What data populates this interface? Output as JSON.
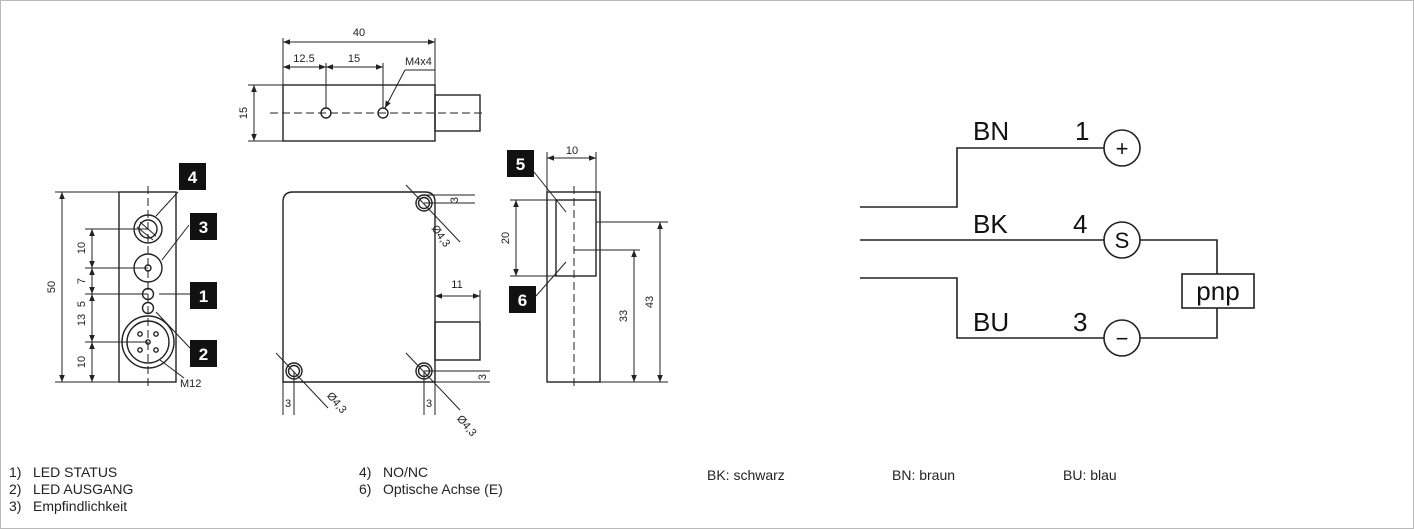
{
  "dimensions": {
    "top_width": "40",
    "top_off1": "12.5",
    "top_off2": "15",
    "thread": "M4x4",
    "top_height": "15",
    "left_total": "50",
    "left_d1": "10",
    "left_d2": "7",
    "left_d3": "5",
    "left_d4": "13",
    "left_d5": "10",
    "connector": "M12",
    "hole_diam": "Ø4,3",
    "hole_off": "3",
    "conn_width": "11",
    "side_width": "10",
    "side_optic": "20",
    "side_h1": "33",
    "side_h2": "43"
  },
  "badges": [
    "1",
    "2",
    "3",
    "4",
    "5",
    "6"
  ],
  "wiring": {
    "wires": [
      {
        "code": "BN",
        "pin": "1",
        "symbol": "+"
      },
      {
        "code": "BK",
        "pin": "4",
        "symbol": "S"
      },
      {
        "code": "BU",
        "pin": "3",
        "symbol": "−"
      }
    ],
    "output": "pnp"
  },
  "legend_left": [
    {
      "num": "1)",
      "text": "LED STATUS"
    },
    {
      "num": "2)",
      "text": "LED AUSGANG"
    },
    {
      "num": "3)",
      "text": "Empfindlichkeit"
    }
  ],
  "legend_mid": [
    {
      "num": "4)",
      "text": "NO/NC"
    },
    {
      "num": "6)",
      "text": "Optische Achse (E)"
    }
  ],
  "color_codes": [
    "BK: schwarz",
    "BN: braun",
    "BU: blau"
  ]
}
